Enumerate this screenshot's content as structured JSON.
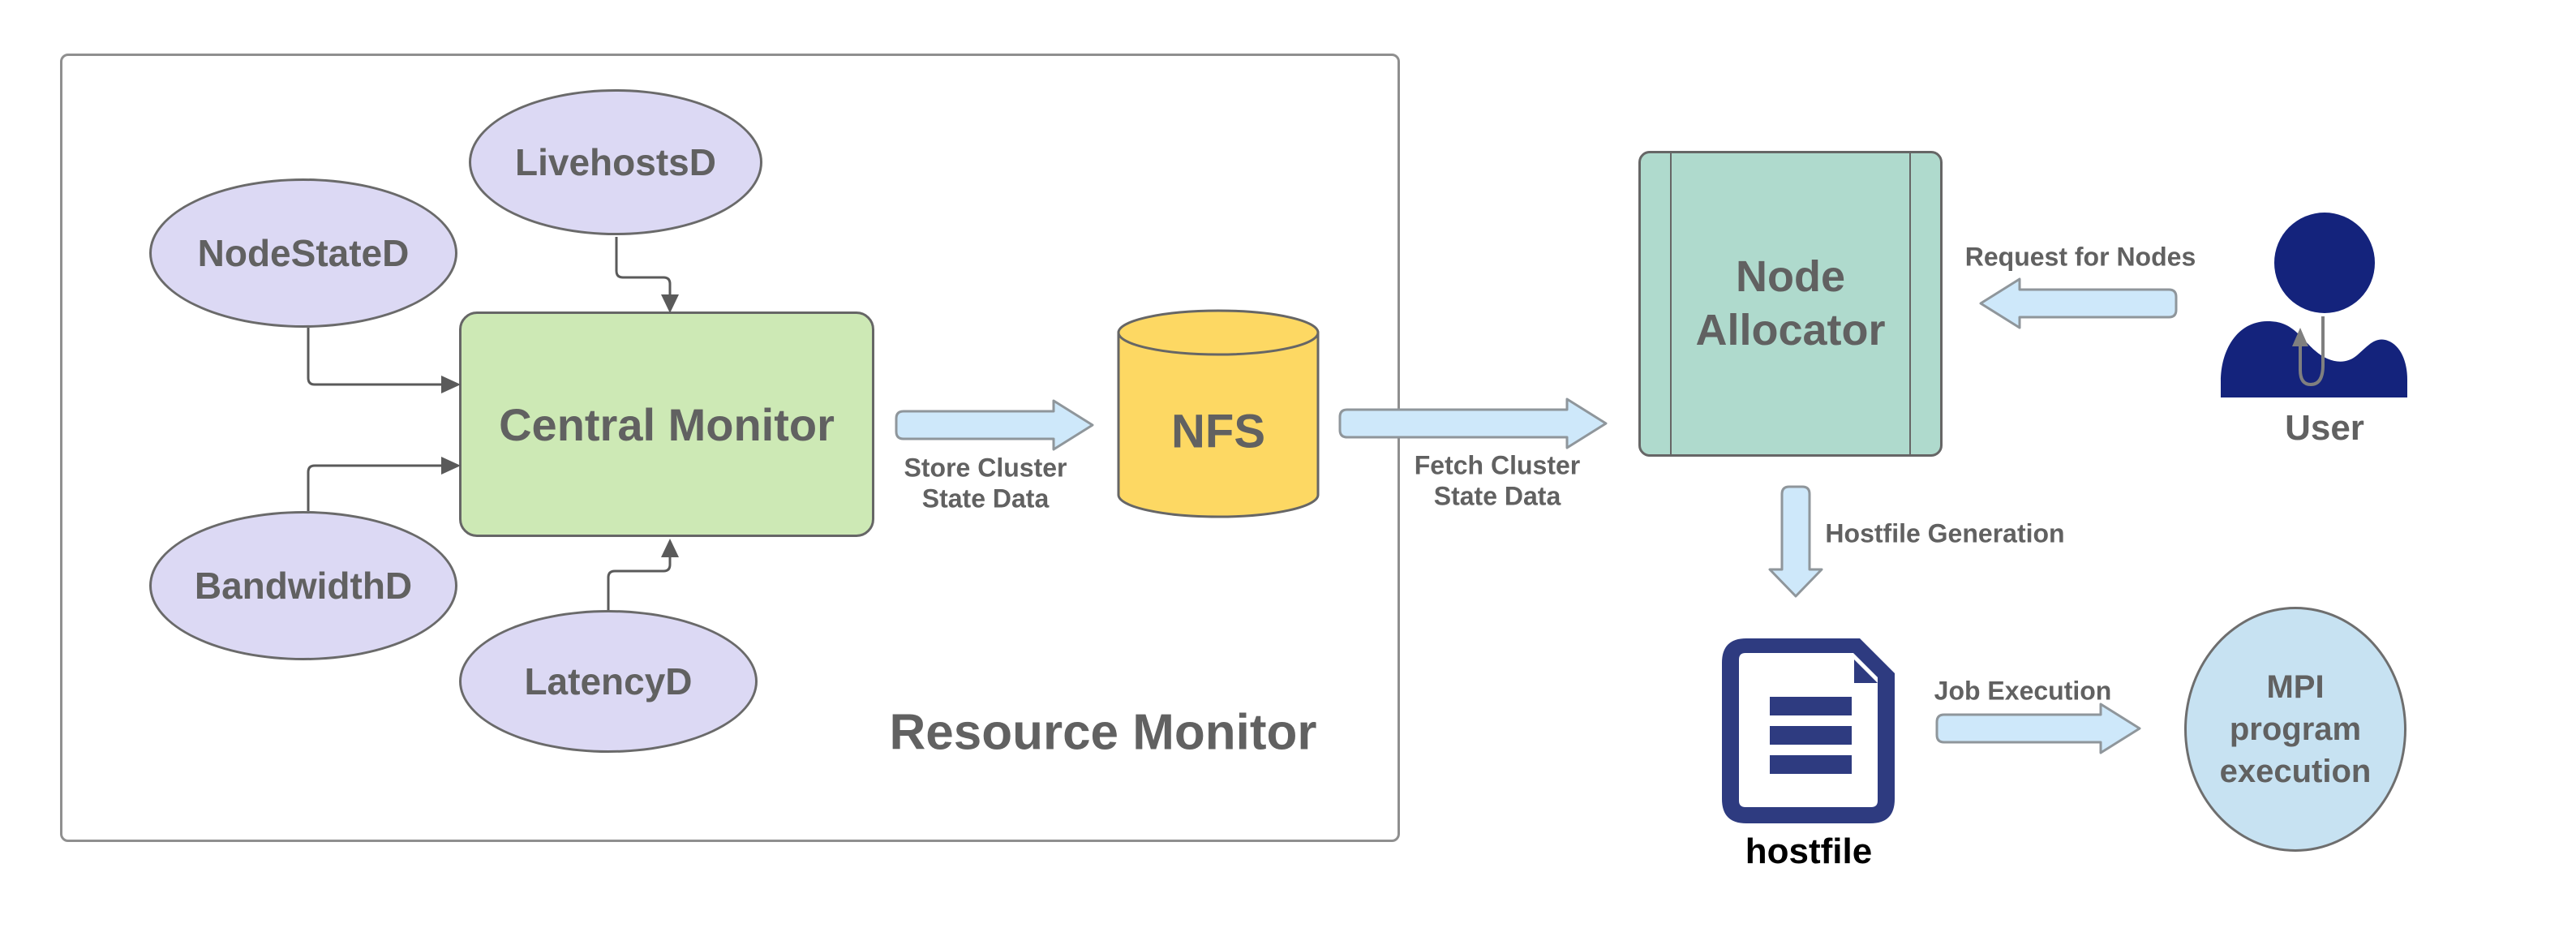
{
  "resource_monitor": {
    "label": "Resource Monitor"
  },
  "daemons": [
    {
      "label": "LivehostsD"
    },
    {
      "label": "NodeStateD"
    },
    {
      "label": "BandwidthD"
    },
    {
      "label": "LatencyD"
    }
  ],
  "central_monitor": {
    "label": "Central Monitor"
  },
  "nfs": {
    "label": "NFS"
  },
  "node_allocator": {
    "line1": "Node",
    "line2": "Allocator"
  },
  "user": {
    "label": "User"
  },
  "hostfile": {
    "label": "hostfile"
  },
  "mpi": {
    "lines": [
      "MPI",
      "program",
      "execution"
    ]
  },
  "flows": {
    "store": {
      "line1": "Store Cluster",
      "line2": "State Data"
    },
    "fetch": {
      "line1": "Fetch Cluster",
      "line2": "State Data"
    },
    "request": {
      "label": "Request for Nodes"
    },
    "hostfile_generation": {
      "label": "Hostfile Generation"
    },
    "job_execution": {
      "label": "Job Execution"
    }
  },
  "colors": {
    "daemon_fill": "#dcd9f4",
    "central_monitor_fill": "#cde9b5",
    "nfs_fill": "#fdd863",
    "node_allocator_fill": "#afdacd",
    "arrow_fill": "#cee8fa",
    "mpi_fill": "#c7e2f2",
    "user_navy": "#14237c",
    "hostfile_navy": "#2e3b80",
    "label_gray": "#616161",
    "connector_gray": "#5a5a5a"
  }
}
